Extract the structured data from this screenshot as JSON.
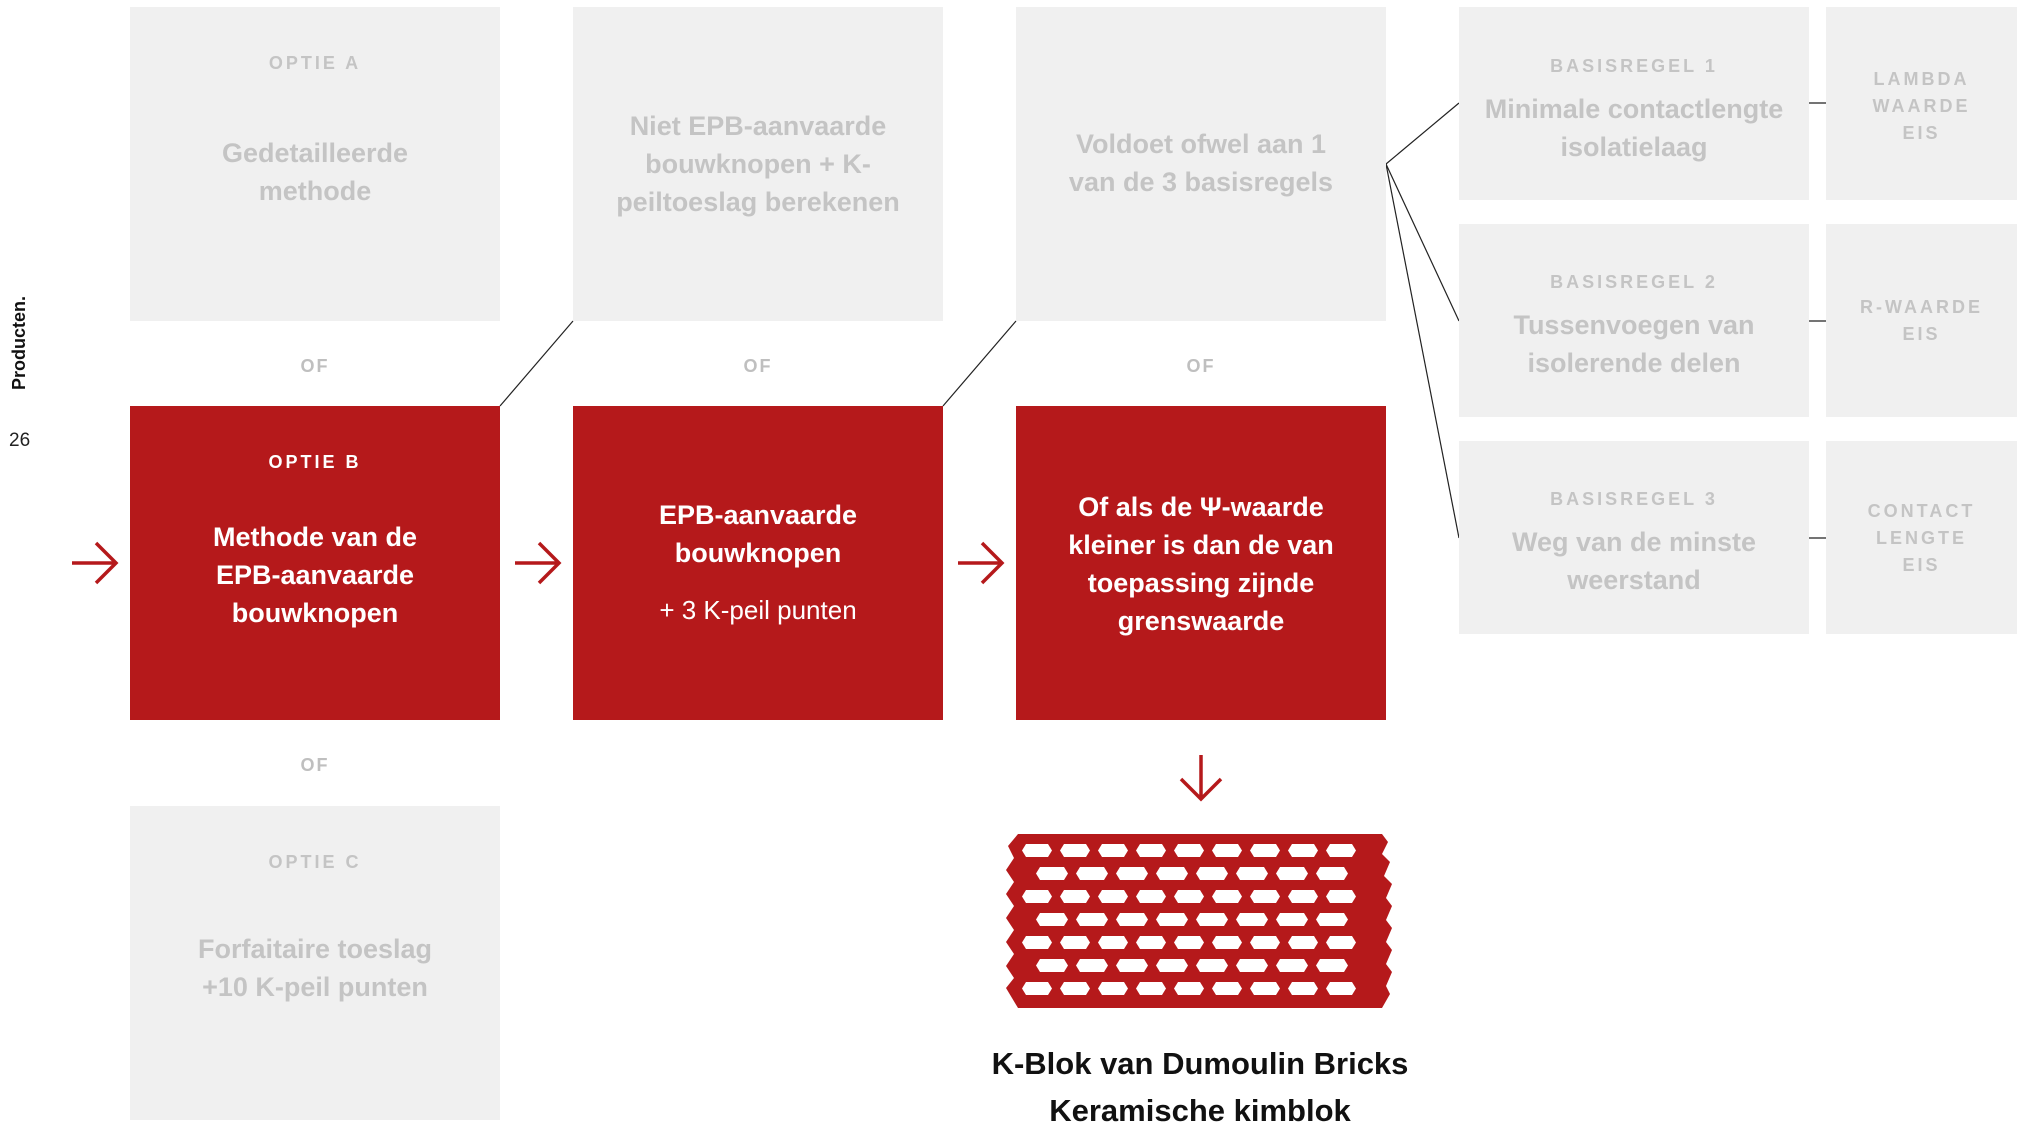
{
  "sidebar": {
    "title": "Producten.",
    "page_number": "26"
  },
  "col1": {
    "optie_a": {
      "label": "OPTIE A",
      "text": "Gedetailleerde methode"
    },
    "of_1": "OF",
    "optie_b": {
      "label": "OPTIE B",
      "text": "Methode van de EPB-aanvaarde bouwknopen"
    },
    "of_2": "OF",
    "optie_c": {
      "label": "OPTIE C",
      "text": "Forfaitaire toeslag +10 K-peil punten"
    }
  },
  "col2": {
    "top_text": "Niet EPB-aanvaarde bouwknopen + K-peiltoeslag berekenen",
    "of": "OF",
    "main_text": "EPB-aanvaarde bouwknopen",
    "main_sub": "+ 3 K-peil punten"
  },
  "col3": {
    "top_text": "Voldoet ofwel aan 1 van de 3 basisregels",
    "of": "OF",
    "main_text": "Of als de Ψ-waarde kleiner is dan de van toepassing zijnde grenswaarde"
  },
  "basisregels": [
    {
      "label": "BASISREGEL 1",
      "text": "Minimale contactlengte isolatielaag",
      "eis": "LAMBDA WAARDE EIS"
    },
    {
      "label": "BASISREGEL 2",
      "text": "Tussenvoegen van isolerende delen",
      "eis": "R-WAARDE EIS"
    },
    {
      "label": "BASISREGEL 3",
      "text": "Weg van de minste weerstand",
      "eis": "CONTACT LENGTE EIS"
    }
  ],
  "product": {
    "line1": "K-Blok van Dumoulin Bricks",
    "line2": "Keramische kimblok"
  },
  "colors": {
    "accent": "#b5191b",
    "grey_box": "#f0f0f0",
    "grey_text": "#c4c4c4"
  }
}
